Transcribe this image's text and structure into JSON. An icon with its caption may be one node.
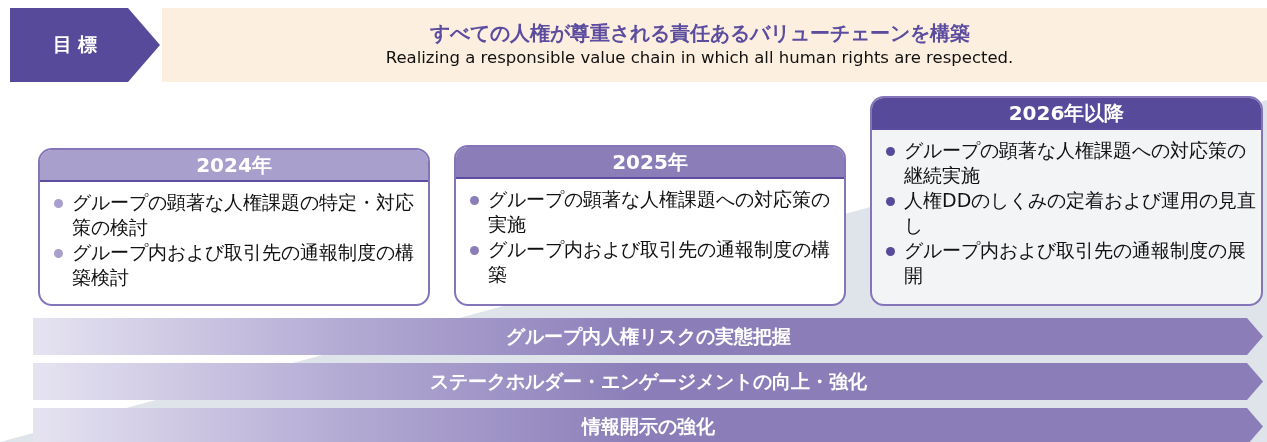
{
  "diagram": {
    "nodes": [
      {
        "text": [
          "目 標"
        ]
      },
      {
        "text": [
          "すべての人権が尊重される責任あるバリューチェーンを構築",
          "Realizing a responsible value chain in which all human rights are respected."
        ]
      },
      {
        "text": [
          "2024年",
          "グループの顕著な人権課題の特定・対応策の検討",
          "グループ内および取引先の通報制度の構築検討"
        ]
      },
      {
        "text": [
          "2025年",
          "グループの顕著な人権課題への対応策の実施",
          "グループ内および取引先の通報制度の構築"
        ]
      },
      {
        "text": [
          "2026年以降",
          "グループの顕著な人権課題への対応策の継続実施",
          "人権DDのしくみの定着および運用の見直し",
          "グループ内および取引先の通報制度の展開"
        ]
      },
      {
        "text": [
          "グループ内人権リスクの実態把握"
        ]
      },
      {
        "text": [
          "ステークホルダー・エンゲージメントの向上・強化"
        ]
      },
      {
        "text": [
          "情報開示の強化"
        ]
      }
    ]
  }
}
